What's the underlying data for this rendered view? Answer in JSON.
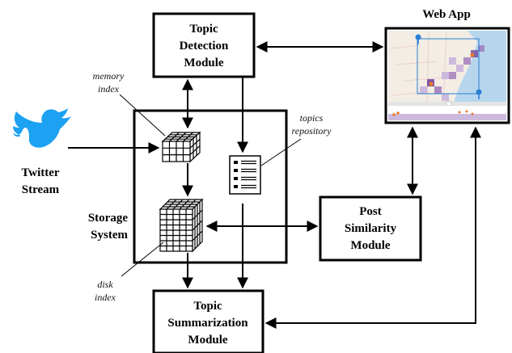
{
  "modules": {
    "topic_detection": [
      "Topic",
      "Detection",
      "Module"
    ],
    "web_app": "Web App",
    "post_similarity": [
      "Post",
      "Similarity",
      "Module"
    ],
    "topic_summarization": [
      "Topic",
      "Summarization",
      "Module"
    ],
    "storage_system": [
      "Storage",
      "System"
    ],
    "twitter_stream": [
      "Twitter",
      "Stream"
    ]
  },
  "annotations": {
    "memory_index": [
      "memory",
      "index"
    ],
    "topics_repository": [
      "topics",
      "repository"
    ],
    "disk_index": [
      "disk",
      "index"
    ]
  },
  "colors": {
    "twitter_blue": "#1da1f2",
    "map_land": "#f3ede4",
    "map_water": "#b7d6ee",
    "heat_high": "#6a3d9a",
    "heat_mid": "#9e76b8",
    "heat_low": "#c9b3db",
    "map_pin": "#2a7fd4"
  },
  "icons": [
    "twitter-bird-icon",
    "memory-index-cube-icon",
    "disk-index-cube-icon",
    "document-list-icon",
    "map-pin-icon"
  ]
}
